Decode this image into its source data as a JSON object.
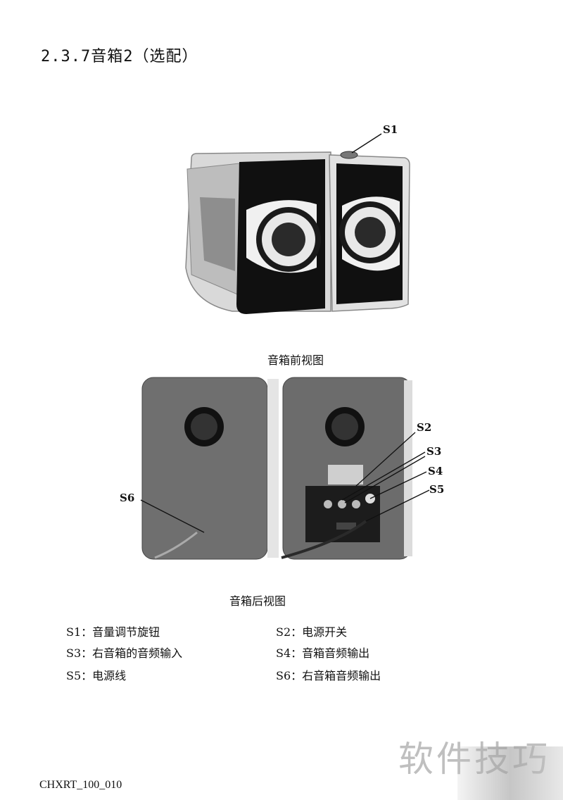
{
  "heading": "2.3.7音箱2（选配）",
  "figures": {
    "front": {
      "caption": "音箱前视图",
      "callouts": [
        "S1"
      ]
    },
    "back": {
      "caption": "音箱后视图",
      "callouts": [
        "S2",
        "S3",
        "S4",
        "S5",
        "S6"
      ]
    }
  },
  "legend": [
    {
      "code": "S1",
      "text": "S1：音量调节旋钮"
    },
    {
      "code": "S2",
      "text": "S2：电源开关"
    },
    {
      "code": "S3",
      "text": "S3：右音箱的音频输入"
    },
    {
      "code": "S4",
      "text": "S4：音箱音频输出"
    },
    {
      "code": "S5",
      "text": "S5：电源线"
    },
    {
      "code": "S6",
      "text": "S6：右音箱音频输出"
    }
  ],
  "footer": "CHXRT_100_010",
  "watermark": "软件技巧"
}
